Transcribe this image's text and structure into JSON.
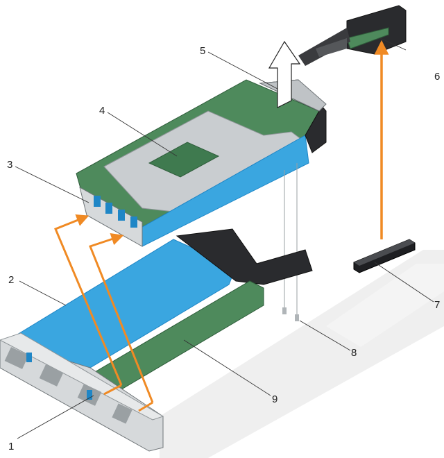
{
  "callouts": [
    {
      "id": "1",
      "label": "1"
    },
    {
      "id": "2",
      "label": "2"
    },
    {
      "id": "3",
      "label": "3"
    },
    {
      "id": "4",
      "label": "4"
    },
    {
      "id": "5",
      "label": "5"
    },
    {
      "id": "6",
      "label": "6"
    },
    {
      "id": "7",
      "label": "7"
    },
    {
      "id": "8",
      "label": "8"
    },
    {
      "id": "9",
      "label": "9"
    }
  ],
  "colors": {
    "blue_panel": "#3aa6e0",
    "blue_dark": "#1f86c6",
    "green_board": "#4e8a5c",
    "green_dark": "#356b44",
    "chassis_gray": "#c9cdd0",
    "connector_black": "#1e1f22",
    "arrow_orange": "#f08a24",
    "floor_shadow": "#efefef"
  },
  "icons": {
    "lift_arrow": "up-arrow-icon",
    "insert_arrow": "orange-arrow-icon"
  }
}
